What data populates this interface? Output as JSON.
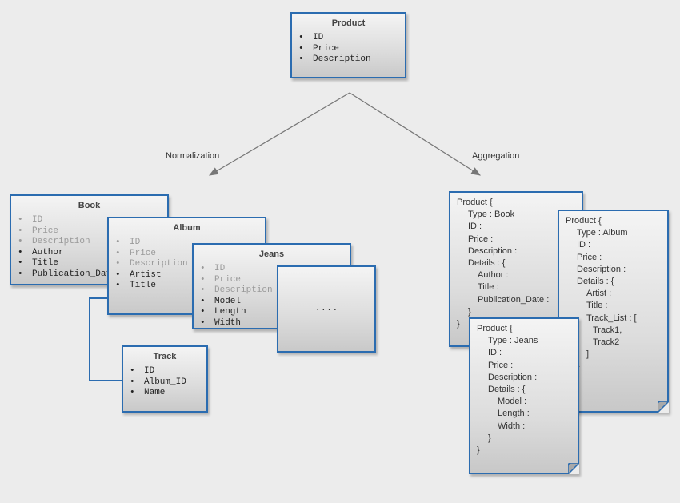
{
  "product": {
    "title": "Product",
    "fields": [
      "ID",
      "Price",
      "Description"
    ]
  },
  "branches": {
    "left": "Normalization",
    "right": "Aggregation"
  },
  "normalization": {
    "book": {
      "title": "Book",
      "inherited": [
        "ID",
        "Price",
        "Description"
      ],
      "own": [
        "Author",
        "Title",
        "Publication_Date"
      ]
    },
    "album": {
      "title": "Album",
      "inherited": [
        "ID",
        "Price",
        "Description"
      ],
      "own": [
        "Artist",
        "Title"
      ]
    },
    "jeans": {
      "title": "Jeans",
      "inherited": [
        "ID",
        "Price",
        "Description"
      ],
      "own": [
        "Model",
        "Length",
        "Width"
      ]
    },
    "more": "....",
    "track": {
      "title": "Track",
      "fields": [
        "ID",
        "Album_ID",
        "Name"
      ]
    }
  },
  "aggregation": {
    "book_doc": [
      "Product {",
      "Type : Book",
      "ID :",
      "Price :",
      "Description :",
      "Details : {",
      "Author :",
      "Title :",
      "Publication_Date :",
      "}",
      "}"
    ],
    "album_doc": [
      "Product {",
      "Type : Album",
      "ID :",
      "Price :",
      "Description :",
      "Details : {",
      "Artist :",
      "Title :",
      "Track_List : [",
      "Track1,",
      "Track2",
      "]",
      "}"
    ],
    "jeans_doc": [
      "Product {",
      "Type : Jeans",
      "ID :",
      "Price :",
      "Description :",
      "Details : {",
      "Model :",
      "Length :",
      "Width :",
      "}",
      "}"
    ]
  },
  "colors": {
    "border": "#2b6cb0",
    "inherited_text": "#9a9a9a",
    "arrow": "#777777"
  }
}
